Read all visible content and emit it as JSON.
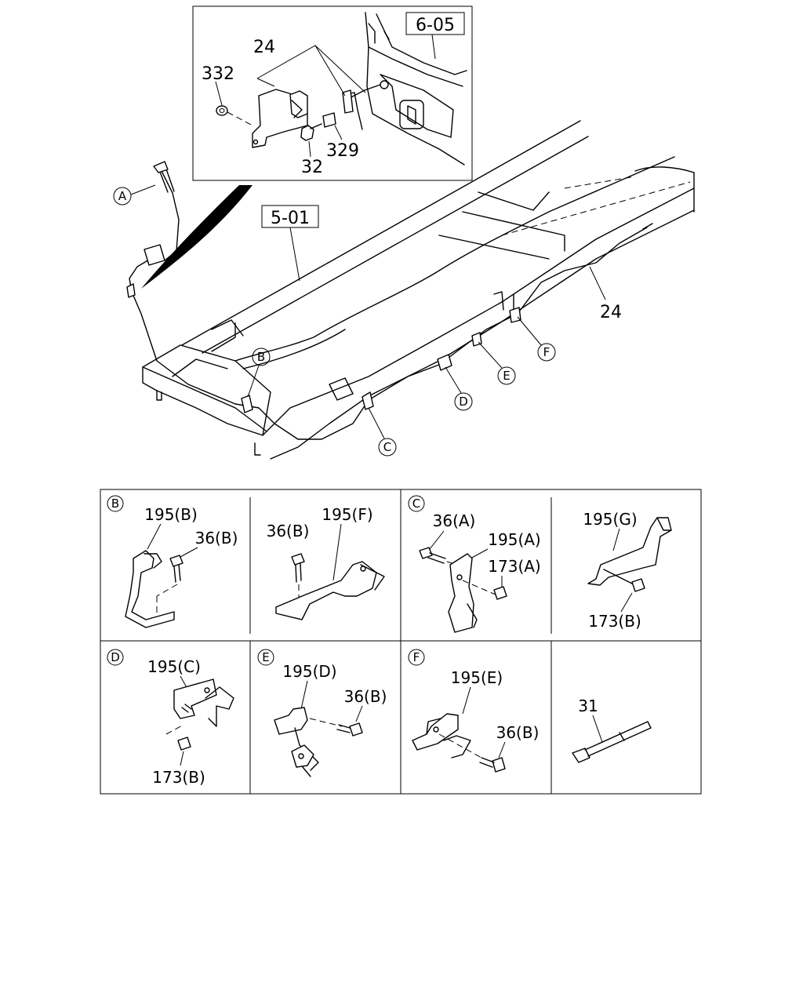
{
  "main": {
    "inset_refs": [
      "6-05"
    ],
    "frame_refs": [
      "5-01"
    ],
    "inset_parts": [
      "24",
      "332",
      "329",
      "32"
    ],
    "frame_parts": [
      "24"
    ],
    "callouts": [
      "A",
      "B",
      "C",
      "D",
      "E",
      "F"
    ]
  },
  "details": [
    {
      "callout": "B",
      "parts": [
        "195(B)",
        "36(B)"
      ]
    },
    {
      "callout": "",
      "parts": [
        "36(B)",
        "195(F)"
      ]
    },
    {
      "callout": "C",
      "parts": [
        "36(A)",
        "195(A)",
        "173(A)"
      ]
    },
    {
      "callout": "",
      "parts": [
        "195(G)",
        "173(B)"
      ]
    },
    {
      "callout": "D",
      "parts": [
        "195(C)",
        "173(B)"
      ]
    },
    {
      "callout": "E",
      "parts": [
        "195(D)",
        "36(B)"
      ]
    },
    {
      "callout": "F",
      "parts": [
        "195(E)",
        "36(B)"
      ]
    },
    {
      "callout": "",
      "parts": [
        "31"
      ]
    }
  ]
}
